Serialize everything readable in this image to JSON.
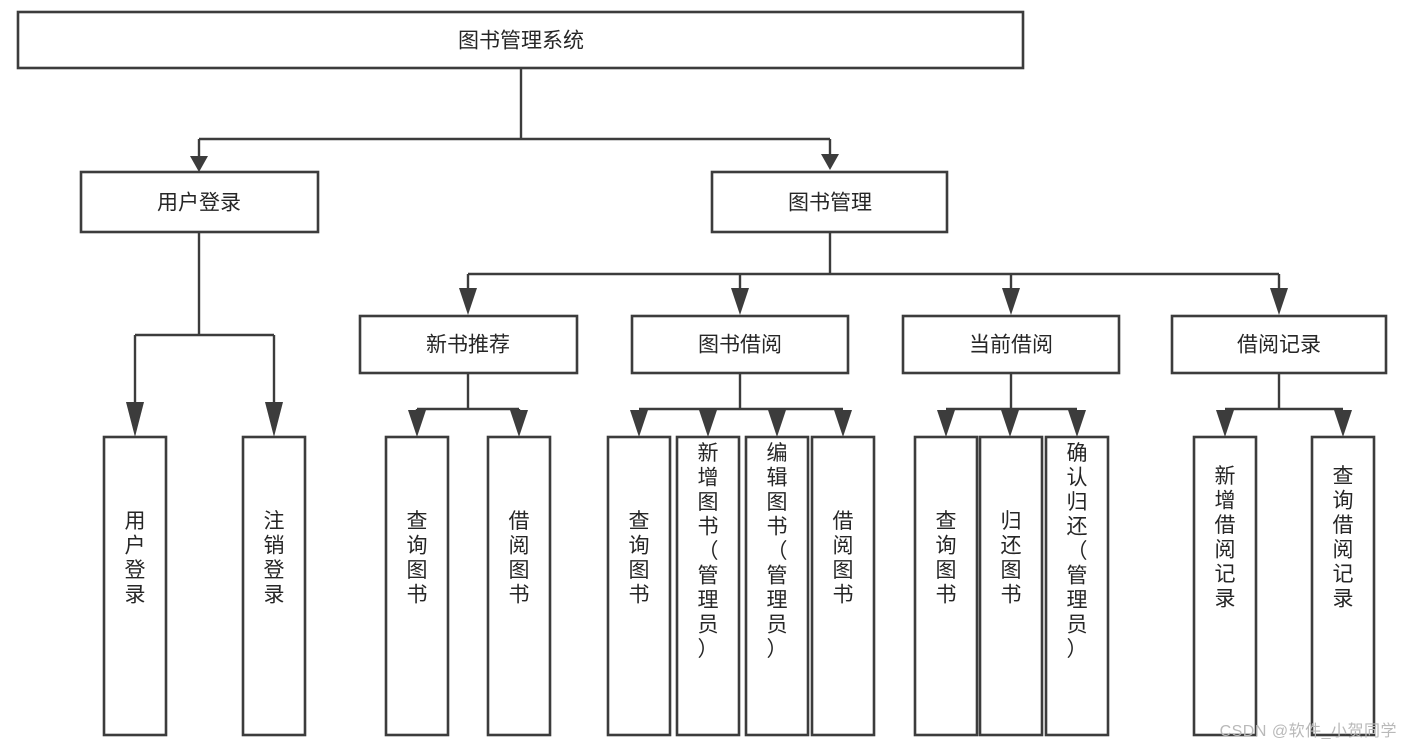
{
  "diagram": {
    "type": "tree-hierarchy-flowchart",
    "title": "图书管理系统",
    "root": {
      "id": "root",
      "label": "图书管理系统",
      "orientation": "horizontal"
    },
    "level2": [
      {
        "id": "user-login",
        "label": "用户登录",
        "orientation": "horizontal"
      },
      {
        "id": "book-management",
        "label": "图书管理",
        "orientation": "horizontal"
      }
    ],
    "level3": [
      {
        "id": "new-book-recommend",
        "label": "新书推荐",
        "orientation": "horizontal",
        "parent": "book-management"
      },
      {
        "id": "book-borrow",
        "label": "图书借阅",
        "orientation": "horizontal",
        "parent": "book-management"
      },
      {
        "id": "current-borrow",
        "label": "当前借阅",
        "orientation": "horizontal",
        "parent": "book-management"
      },
      {
        "id": "borrow-record",
        "label": "借阅记录",
        "orientation": "horizontal",
        "parent": "book-management"
      }
    ],
    "leaves": [
      {
        "id": "leaf-user-login",
        "label": "用户登录",
        "orientation": "vertical",
        "parent": "user-login"
      },
      {
        "id": "leaf-logout",
        "label": "注销登录",
        "orientation": "vertical",
        "parent": "user-login"
      },
      {
        "id": "leaf-query-book-1",
        "label": "查询图书",
        "orientation": "vertical",
        "parent": "new-book-recommend"
      },
      {
        "id": "leaf-borrow-book-1",
        "label": "借阅图书",
        "orientation": "vertical",
        "parent": "new-book-recommend"
      },
      {
        "id": "leaf-query-book-2",
        "label": "查询图书",
        "orientation": "vertical",
        "parent": "book-borrow"
      },
      {
        "id": "leaf-add-book",
        "label": "新增图书（管理员）",
        "orientation": "vertical",
        "parent": "book-borrow"
      },
      {
        "id": "leaf-edit-book",
        "label": "编辑图书（管理员）",
        "orientation": "vertical",
        "parent": "book-borrow"
      },
      {
        "id": "leaf-borrow-book-2",
        "label": "借阅图书",
        "orientation": "vertical",
        "parent": "book-borrow"
      },
      {
        "id": "leaf-query-book-3",
        "label": "查询图书",
        "orientation": "vertical",
        "parent": "current-borrow"
      },
      {
        "id": "leaf-return-book",
        "label": "归还图书",
        "orientation": "vertical",
        "parent": "current-borrow"
      },
      {
        "id": "leaf-confirm-return",
        "label": "确认归还（管理员）",
        "orientation": "vertical",
        "parent": "current-borrow"
      },
      {
        "id": "leaf-add-record",
        "label": "新增借阅记录",
        "orientation": "vertical",
        "parent": "borrow-record"
      },
      {
        "id": "leaf-query-record",
        "label": "查询借阅记录",
        "orientation": "vertical",
        "parent": "borrow-record"
      }
    ],
    "colors": {
      "background": "#ffffff",
      "box_fill": "#ffffff",
      "box_stroke": "#3c3c3c",
      "connector": "#3c3c3c",
      "text": "#262626",
      "watermark": "#b9b9b9"
    }
  },
  "watermark": {
    "text": "CSDN @软件_小贺同学"
  }
}
